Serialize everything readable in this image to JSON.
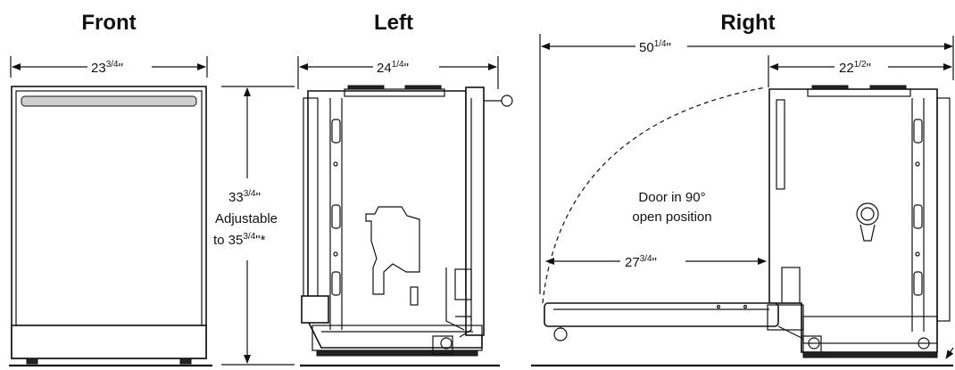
{
  "views": {
    "front": {
      "title": "Front"
    },
    "left": {
      "title": "Left"
    },
    "right": {
      "title": "Right"
    }
  },
  "dimensions": {
    "front_width": {
      "whole": "23",
      "frac": "3/4",
      "unit": "\""
    },
    "height": {
      "whole": "33",
      "frac": "3/4",
      "unit": "\"",
      "line2": "Adjustable",
      "line3_prefix": "to 35",
      "line3_frac": "3/4",
      "line3_suffix": "\"*"
    },
    "left_depth": {
      "whole": "24",
      "frac": "1/4",
      "unit": "\""
    },
    "right_overall": {
      "whole": "50",
      "frac": "1/4",
      "unit": "\""
    },
    "right_depth": {
      "whole": "22",
      "frac": "1/2",
      "unit": "\""
    },
    "door_open": {
      "whole": "27",
      "frac": "3/4",
      "unit": "\""
    }
  },
  "annotations": {
    "door_note_line1": "Door in 90°",
    "door_note_line2": "open position"
  }
}
